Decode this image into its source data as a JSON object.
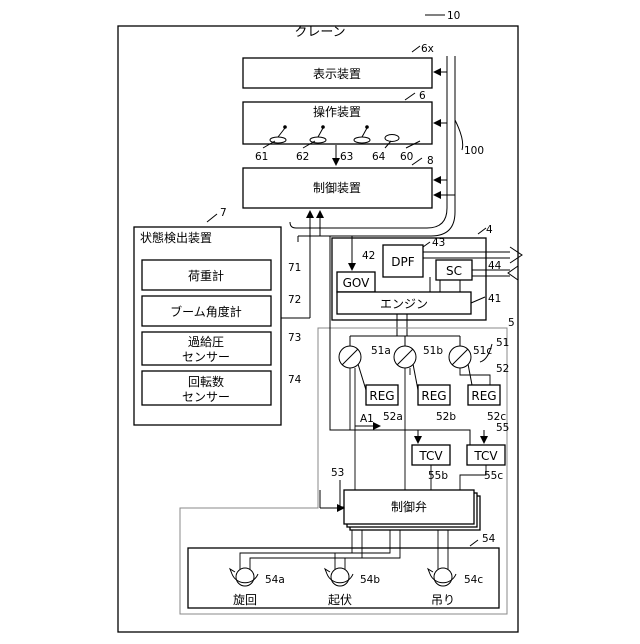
{
  "crane": {
    "title": "クレーン",
    "ref": "10"
  },
  "display": {
    "label": "表示装置",
    "ref": "6x"
  },
  "operation": {
    "label": "操作装置",
    "ref": "6",
    "levers": [
      "61",
      "62",
      "63",
      "64",
      "60"
    ]
  },
  "controller": {
    "label": "制御装置",
    "ref": "8"
  },
  "bus_ref": "100",
  "state_detector": {
    "title": "状態検出装置",
    "ref": "7",
    "sensors": [
      {
        "lines": [
          "荷重計"
        ],
        "ref": "71"
      },
      {
        "lines": [
          "ブーム角度計"
        ],
        "ref": "72"
      },
      {
        "lines": [
          "過給圧",
          "センサー"
        ],
        "ref": "73"
      },
      {
        "lines": [
          "回転数",
          "センサー"
        ],
        "ref": "74"
      }
    ]
  },
  "engine_unit": {
    "ref": "4",
    "dpf": {
      "label": "DPF",
      "ref": "43"
    },
    "gov": {
      "label": "GOV",
      "ref": "42"
    },
    "sc": {
      "label": "SC",
      "ref": "44"
    },
    "engine": {
      "label": "エンジン",
      "ref": "41"
    }
  },
  "hydraulic": {
    "ref": "5",
    "pumps_ref": "51",
    "pumps": [
      "51a",
      "51b",
      "51c"
    ],
    "regs_ref": "52",
    "regs": [
      {
        "label": "REG",
        "ref": "52a"
      },
      {
        "label": "REG",
        "ref": "52b"
      },
      {
        "label": "REG",
        "ref": "52c"
      }
    ],
    "arrow_label": "A1",
    "tcvs_ref": "55",
    "tcvs": [
      {
        "label": "TCV",
        "ref": "55b"
      },
      {
        "label": "TCV",
        "ref": "55c"
      }
    ],
    "valve": {
      "label": "制御弁",
      "ref": "53"
    }
  },
  "actuators": {
    "ref": "54",
    "motors": [
      {
        "ref": "54a",
        "label": "旋回"
      },
      {
        "ref": "54b",
        "label": "起伏"
      },
      {
        "ref": "54c",
        "label": "吊り"
      }
    ]
  }
}
